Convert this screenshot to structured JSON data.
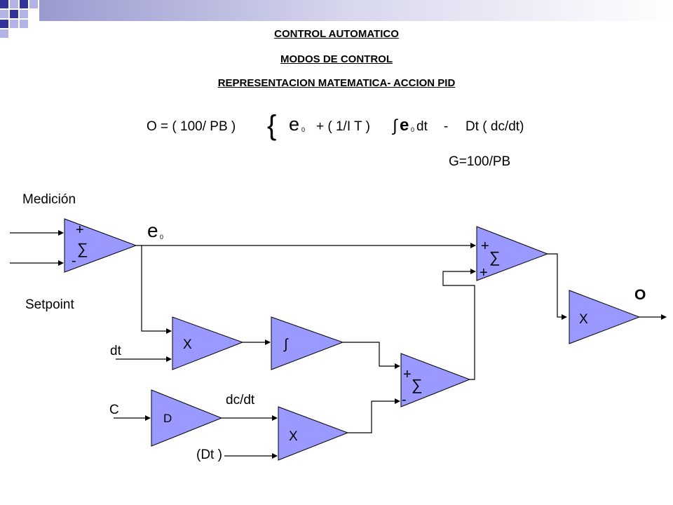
{
  "header": {
    "title": "CONTROL  AUTOMATICO",
    "subtitle": "MODOS DE CONTROL",
    "heading": "REPRESENTACION MATEMATICA- ACCION PID"
  },
  "formula": {
    "lhs": "O = ( 100/ PB )",
    "brace": "{",
    "e": "e",
    "e_sub": "0",
    "term_plus": "+ ( 1/I T )",
    "integral": "∫",
    "e2": "e",
    "e2_sub": "0",
    "dt": "dt",
    "minus": "-",
    "derivative": "Dt ( dc/dt)",
    "gain": "G=100/PB"
  },
  "labels": {
    "medicion": "Medición",
    "setpoint": "Setpoint",
    "e0_main": "e",
    "e0_sub": "0",
    "dt": "dt",
    "c": "C",
    "dcdt": "dc/dt",
    "dt_paren": "(Dt )",
    "output": "O"
  },
  "blocks": {
    "sum1_plus": "+",
    "sum1_sigma": "∑",
    "sum1_minus": "-",
    "mult1": "X",
    "integrator": "∫",
    "derivative": "D",
    "mult2": "X",
    "sum2_plus": "+",
    "sum2_sigma": "∑",
    "sum2_minus": "-",
    "sum3_plus_top": "+",
    "sum3_sigma": "∑",
    "sum3_plus_bottom": "+",
    "mult_out": "X"
  },
  "colors": {
    "block_fill": "#9999ff",
    "line": "#000000",
    "logo_dark": "#333399",
    "logo_light": "#b3b3e6"
  }
}
